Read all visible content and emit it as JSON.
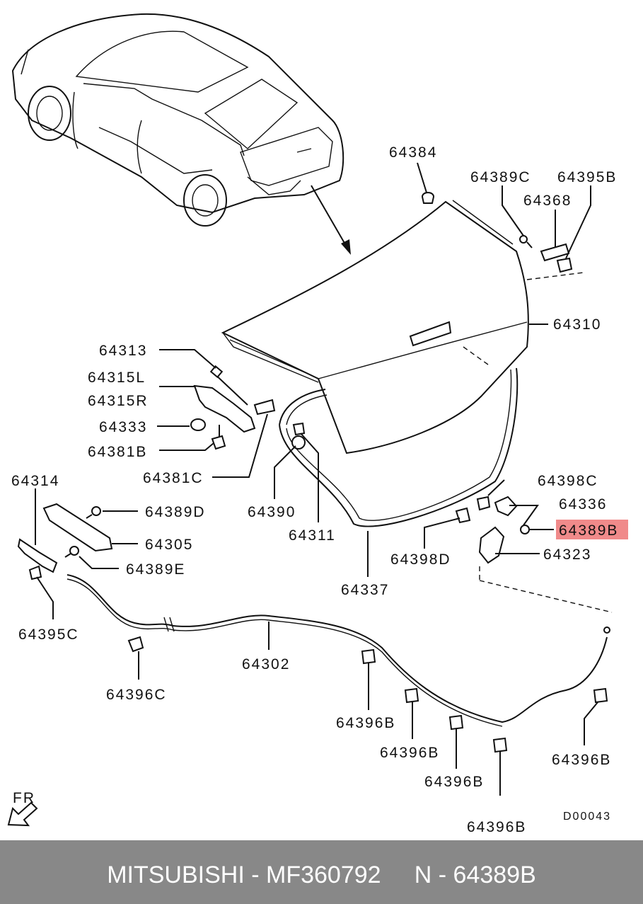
{
  "labels": {
    "p64384": "64384",
    "p64389C": "64389C",
    "p64395B": "64395B",
    "p64368": "64368",
    "p64310": "64310",
    "p64313": "64313",
    "p64315L": "64315L",
    "p64315R": "64315R",
    "p64333": "64333",
    "p64381B": "64381B",
    "p64381C": "64381C",
    "p64314": "64314",
    "p64389D": "64389D",
    "p64305": "64305",
    "p64389E": "64389E",
    "p64390": "64390",
    "p64311": "64311",
    "p64398C": "64398C",
    "p64336": "64336",
    "p64389B": "64389B",
    "p64398D": "64398D",
    "p64323": "64323",
    "p64337": "64337",
    "p64395C": "64395C",
    "p64302": "64302",
    "p64396C": "64396C",
    "p64396B_1": "64396B",
    "p64396B_2": "64396B",
    "p64396B_3": "64396B",
    "p64396B_4": "64396B",
    "p64396B_5": "64396B",
    "fr": "FR",
    "code": "D00043"
  },
  "highlight": {
    "part": "64389B",
    "color": "#f08a8a"
  },
  "footer": {
    "text": "MITSUBISHI - MF360792     N - 64389B",
    "background": "#888888"
  }
}
